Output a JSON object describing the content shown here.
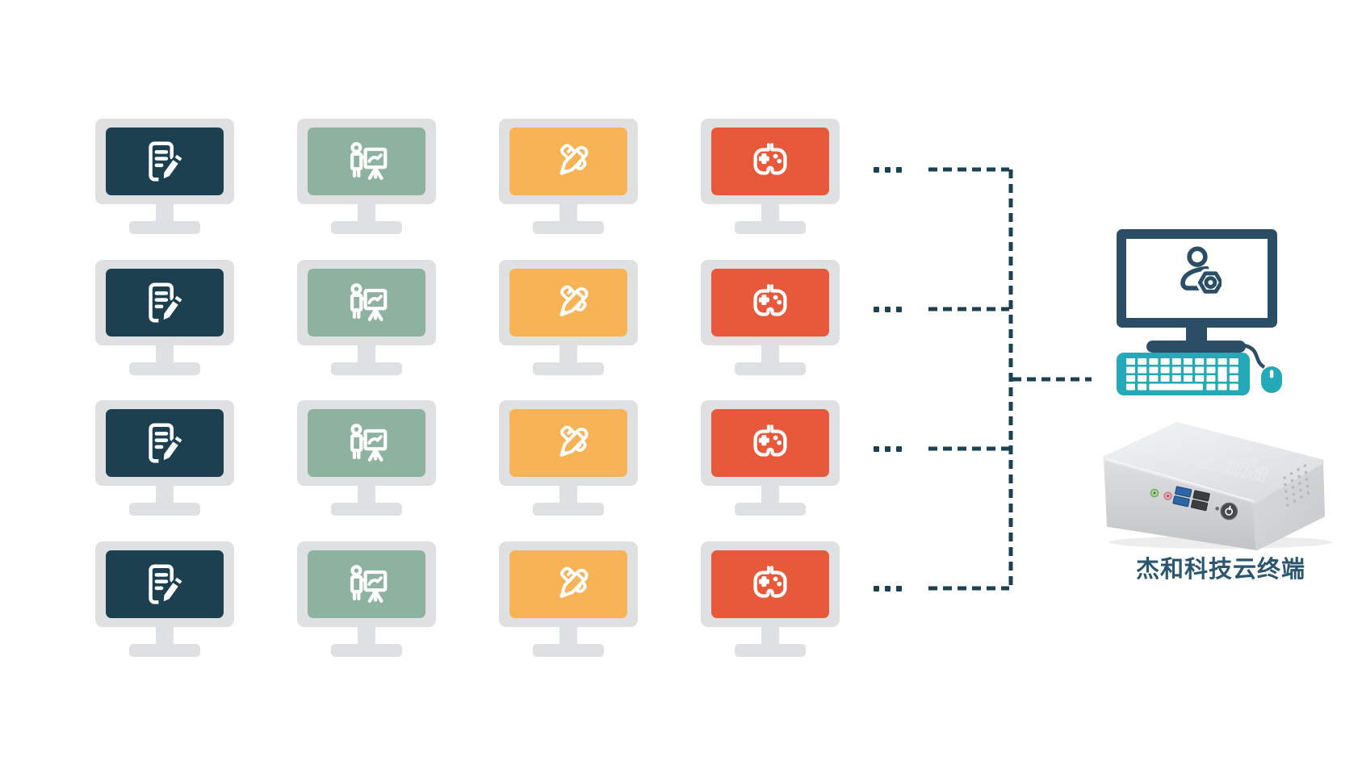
{
  "colors": {
    "bg": "#ffffff",
    "frame": "#dfe0e2",
    "connector": "#1c4152",
    "terminal_navy": "#2b4e66",
    "terminal_teal": "#24a9b8",
    "label": "#2b5670",
    "device_silver_top": "#eef0f1",
    "device_silver_front": "#c9cbce",
    "device_silver_side": "#d2d4d7"
  },
  "workstations": {
    "rows": 4,
    "ellipsis": "...",
    "columns": [
      {
        "name": "document-workstation",
        "icon": "document-edit-icon",
        "screen_color": "#1c4050"
      },
      {
        "name": "presentation-workstation",
        "icon": "presentation-chart-icon",
        "screen_color": "#8db3a0"
      },
      {
        "name": "design-workstation",
        "icon": "ruler-pencil-icon",
        "screen_color": "#f8b356"
      },
      {
        "name": "gaming-workstation",
        "icon": "gamepad-icon",
        "screen_color": "#e7593a"
      }
    ]
  },
  "terminal": {
    "monitor_icon": "user-settings-icon",
    "device_logo": "Giada",
    "device_label": "杰和科技云终端"
  }
}
